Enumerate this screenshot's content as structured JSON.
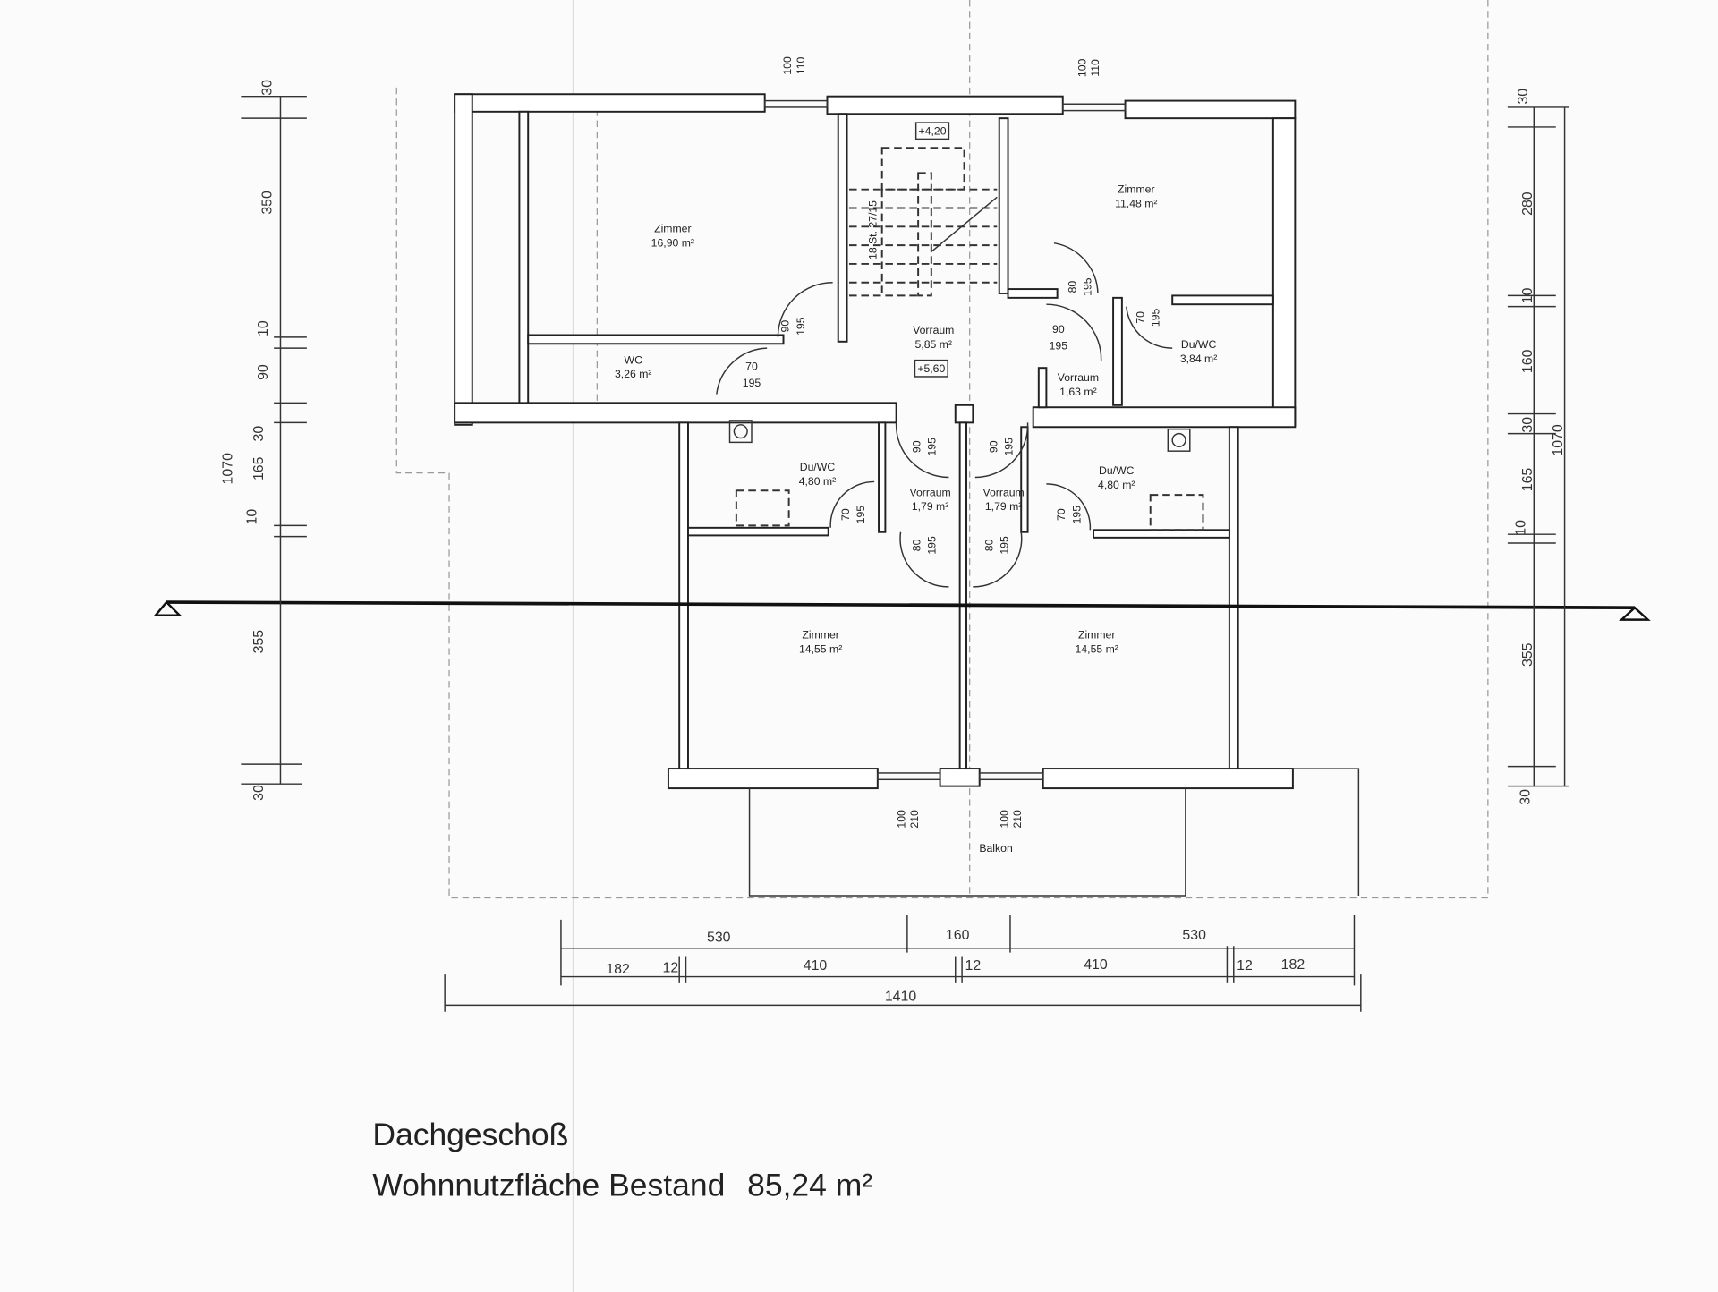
{
  "title": {
    "line1": "Dachgeschoß",
    "line2_label": "Wohnnutzfläche Bestand",
    "line2_value": "85,24 m²"
  },
  "rooms": [
    {
      "name": "Zimmer",
      "area": "16,90 m²"
    },
    {
      "name": "Zimmer",
      "area": "11,48 m²"
    },
    {
      "name": "Vorraum",
      "area": "5,85 m²"
    },
    {
      "name": "WC",
      "area": "3,26 m²"
    },
    {
      "name": "Du/WC",
      "area": "3,84 m²"
    },
    {
      "name": "Vorraum",
      "area": "1,63 m²"
    },
    {
      "name": "Du/WC",
      "area": "4,80 m²"
    },
    {
      "name": "Du/WC",
      "area": "4,80 m²"
    },
    {
      "name": "Vorraum",
      "area": "1,79 m²"
    },
    {
      "name": "Vorraum",
      "area": "1,79 m²"
    },
    {
      "name": "Zimmer",
      "area": "14,55 m²"
    },
    {
      "name": "Zimmer",
      "area": "14,55 m²"
    },
    {
      "name": "Balkon",
      "area": ""
    }
  ],
  "levels": [
    "+4,20",
    "+5,60"
  ],
  "doors": [
    {
      "w": "90",
      "h": "195"
    },
    {
      "w": "70",
      "h": "195"
    },
    {
      "w": "80",
      "h": "195"
    },
    {
      "w": "90",
      "h": "195"
    },
    {
      "w": "70",
      "h": "195"
    },
    {
      "w": "90",
      "h": "195"
    },
    {
      "w": "90",
      "h": "195"
    },
    {
      "w": "70",
      "h": "195"
    },
    {
      "w": "80",
      "h": "195"
    },
    {
      "w": "80",
      "h": "195"
    },
    {
      "w": "70",
      "h": "195"
    }
  ],
  "windows": [
    {
      "w": "100",
      "h": "110"
    },
    {
      "w": "100",
      "h": "110"
    },
    {
      "w": "100",
      "h": "210"
    },
    {
      "w": "100",
      "h": "210"
    }
  ],
  "dims_left": [
    "30",
    "350",
    "10",
    "90",
    "30",
    "165",
    "10",
    "355",
    "30",
    "1070"
  ],
  "dims_right": [
    "30",
    "280",
    "10",
    "160",
    "30",
    "165",
    "10",
    "355",
    "30",
    "1070"
  ],
  "dims_bottom_row1": [
    "530",
    "160",
    "530"
  ],
  "dims_bottom_row2": [
    "182",
    "12",
    "410",
    "12",
    "410",
    "12",
    "182"
  ],
  "dims_bottom_total": "1410",
  "stair_label": "18 St. 27/15"
}
